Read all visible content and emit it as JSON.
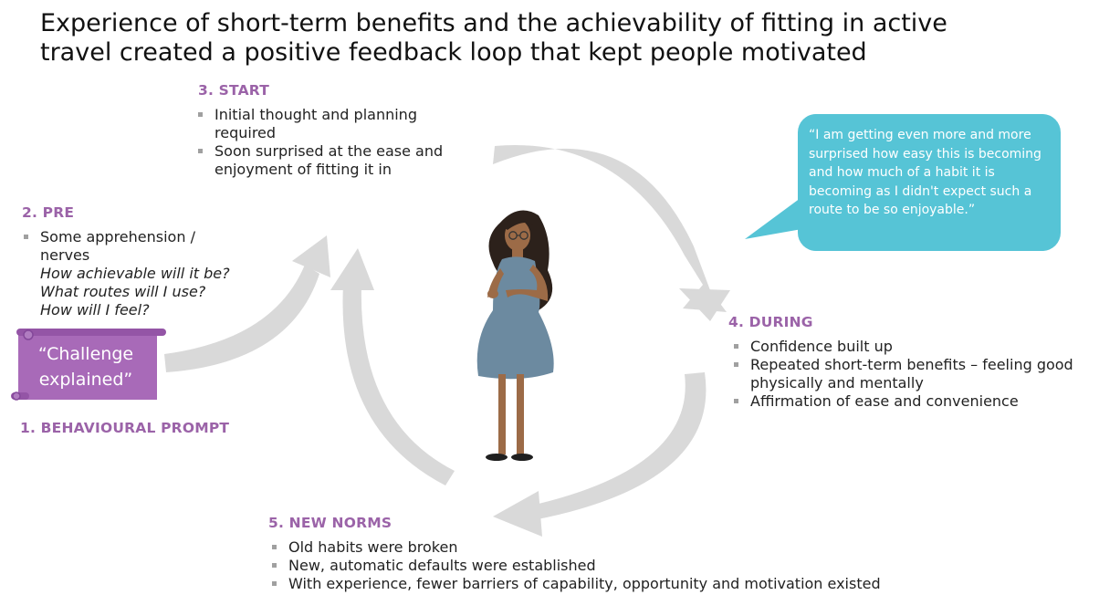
{
  "title": {
    "line1": "Experience of short-term benefits and the achievability of fitting in active",
    "line2": "travel created a positive feedback loop that kept people motivated"
  },
  "stages": {
    "start": {
      "heading": "3. START",
      "bullets": [
        "Initial thought and planning required",
        "Soon surprised at the ease and enjoyment of fitting it in"
      ]
    },
    "pre": {
      "heading": "2.  PRE",
      "bullet": "Some apprehension / nerves",
      "questions": [
        "How achievable will it be?",
        "What routes will I use?",
        "How will I feel?"
      ]
    },
    "prompt": {
      "scroll_text": "“Challenge explained”",
      "heading": "1. BEHAVIOURAL PROMPT"
    },
    "during": {
      "heading": "4. DURING",
      "bullets": [
        "Confidence built up",
        "Repeated short-term benefits – feeling good physically and mentally",
        "Affirmation of ease and convenience"
      ]
    },
    "norms": {
      "heading": "5.  NEW NORMS",
      "bullets": [
        "Old habits were broken",
        "New, automatic defaults were established",
        "With experience, fewer barriers of capability, opportunity and motivation existed"
      ]
    }
  },
  "quote": "“I am getting even more and more surprised how easy this is becoming and how much of a habit it is becoming as I didn't expect such a route to be so enjoyable.”",
  "colors": {
    "heading_purple": "#9b63a8",
    "arrow_grey": "#d9d9d9",
    "bubble_teal": "#56c4d6",
    "scroll_purple": "#a86ab8",
    "dress_blue": "#6c8aa0",
    "skin": "#9c6b47",
    "hair": "#2c211b"
  },
  "icons": [
    "cycle-arrows",
    "woman-figure-icon",
    "scroll-icon",
    "speech-bubble"
  ]
}
